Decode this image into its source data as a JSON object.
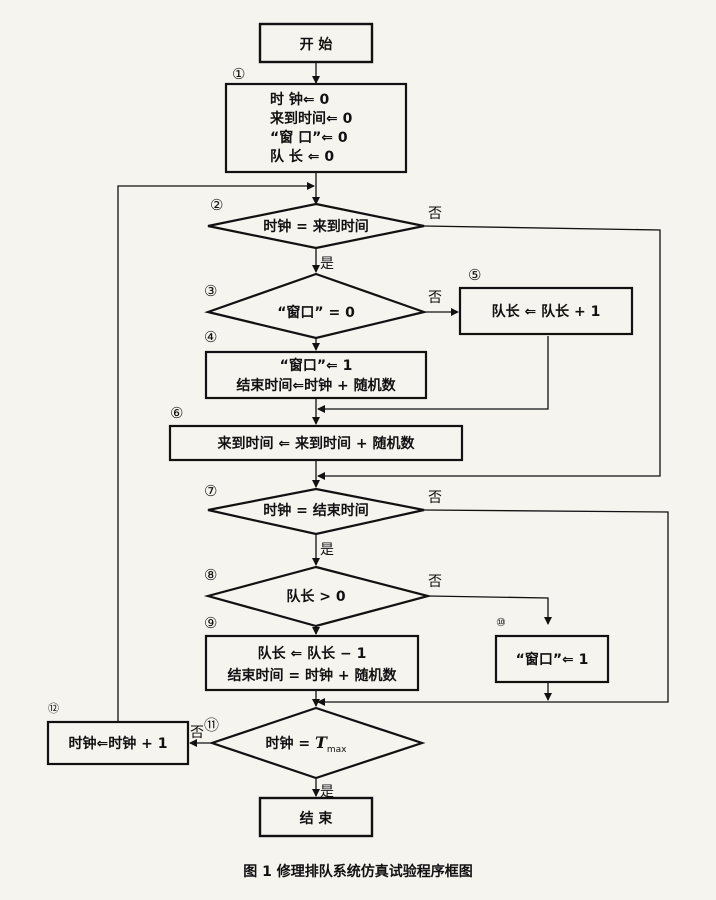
{
  "nodes": {
    "start": {
      "label": "开    始"
    },
    "init": {
      "num": "①",
      "lines": [
        "时     钟⇐ 0",
        "来到时间⇐ 0",
        "“窗   口”⇐ 0",
        "队   长  ⇐ 0"
      ]
    },
    "d2": {
      "num": "②",
      "label": "时钟 = 来到时间"
    },
    "d3": {
      "num": "③",
      "label": "“窗口” = 0"
    },
    "p5": {
      "num": "⑤",
      "label": "队长  ⇐   队长   + 1"
    },
    "p4": {
      "num": "④",
      "lines": [
        "“窗口”⇐ 1",
        "结束时间⇐时钟 + 随机数"
      ]
    },
    "p6": {
      "num": "⑥",
      "label": "来到时间 ⇐ 来到时间 + 随机数"
    },
    "d7": {
      "num": "⑦",
      "label": "时钟 = 结束时间"
    },
    "d8": {
      "num": "⑧",
      "label": "队长   > 0"
    },
    "p9": {
      "num": "⑨",
      "lines": [
        "队长 ⇐  队长  − 1",
        "结束时间 = 时钟 + 随机数"
      ]
    },
    "p10": {
      "num": "⑩",
      "label": "“窗口”⇐ 1"
    },
    "d11": {
      "num": "⑪",
      "label": "时钟 = ",
      "tvar": "T",
      "tsub": "max"
    },
    "p12": {
      "num": "⑫",
      "label": "时钟⇐时钟 + 1"
    },
    "end": {
      "label": "结    束"
    }
  },
  "branch_labels": {
    "yes": "是",
    "no": "否"
  },
  "caption": "图 1    修理排队系统仿真试验程序框图",
  "colors": {
    "ink": "#111111",
    "paper": "#f6f4ef"
  }
}
